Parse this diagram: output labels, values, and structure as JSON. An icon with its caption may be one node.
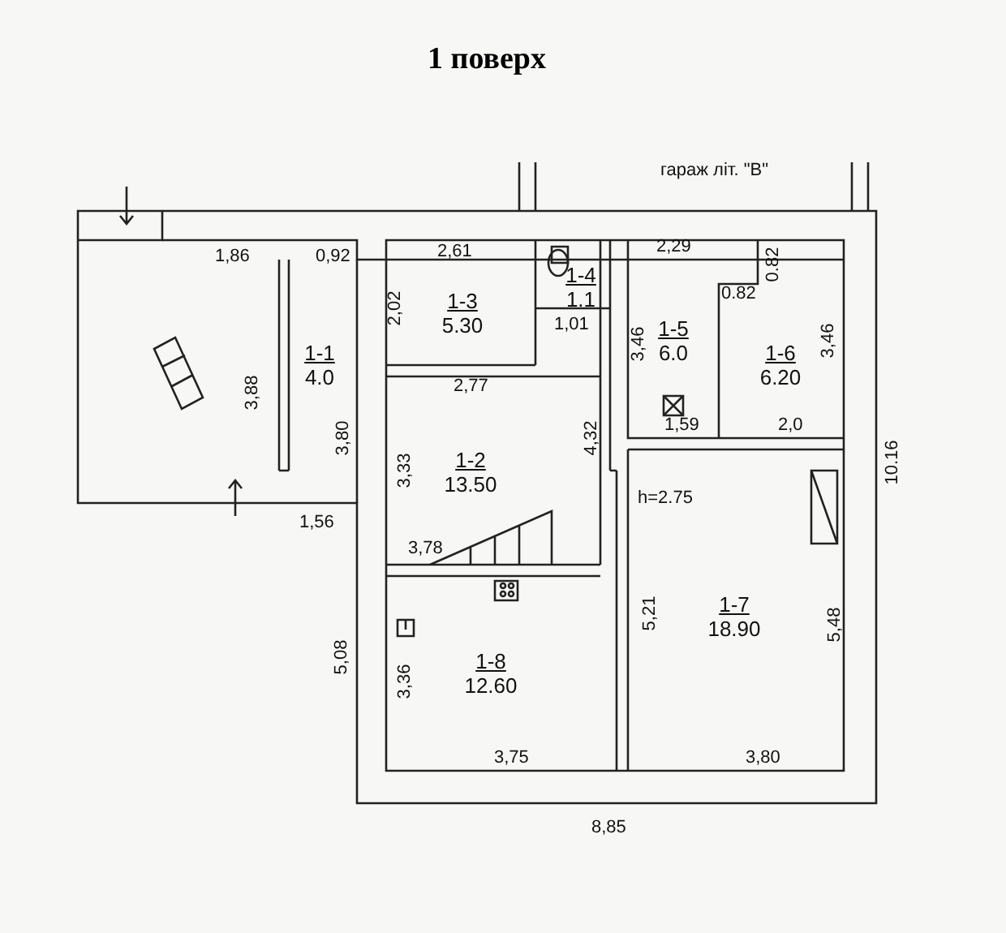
{
  "diagram": {
    "title": "1 поверх",
    "nodes": [
      {
        "text": [
          "1-1",
          "4.0"
        ]
      },
      {
        "text": [
          "1-2",
          "13.50"
        ]
      },
      {
        "text": [
          "1-3",
          "5.30"
        ]
      },
      {
        "text": [
          "1-4",
          "1.1"
        ]
      },
      {
        "text": [
          "1-5",
          "6.0"
        ]
      },
      {
        "text": [
          "1-6",
          "6.20"
        ]
      },
      {
        "text": [
          "1-7",
          "18.90"
        ]
      },
      {
        "text": [
          "1-8",
          "12.60"
        ]
      }
    ],
    "edges": [],
    "labels": [
      "гараж літ. \"В\"",
      "1,86",
      "0,92",
      "2,61",
      "2,29",
      "0.82",
      "0.82",
      "1,01",
      "3,46",
      "3,46",
      "2,02",
      "3,88",
      "2,77",
      "3,80",
      "3,33",
      "4,32",
      "1,59",
      "2,0",
      "10.16",
      "h=2.75",
      "1,56",
      "3,78",
      "5,21",
      "5,48",
      "5,08",
      "3,36",
      "3,75",
      "3,80",
      "8,85"
    ]
  }
}
